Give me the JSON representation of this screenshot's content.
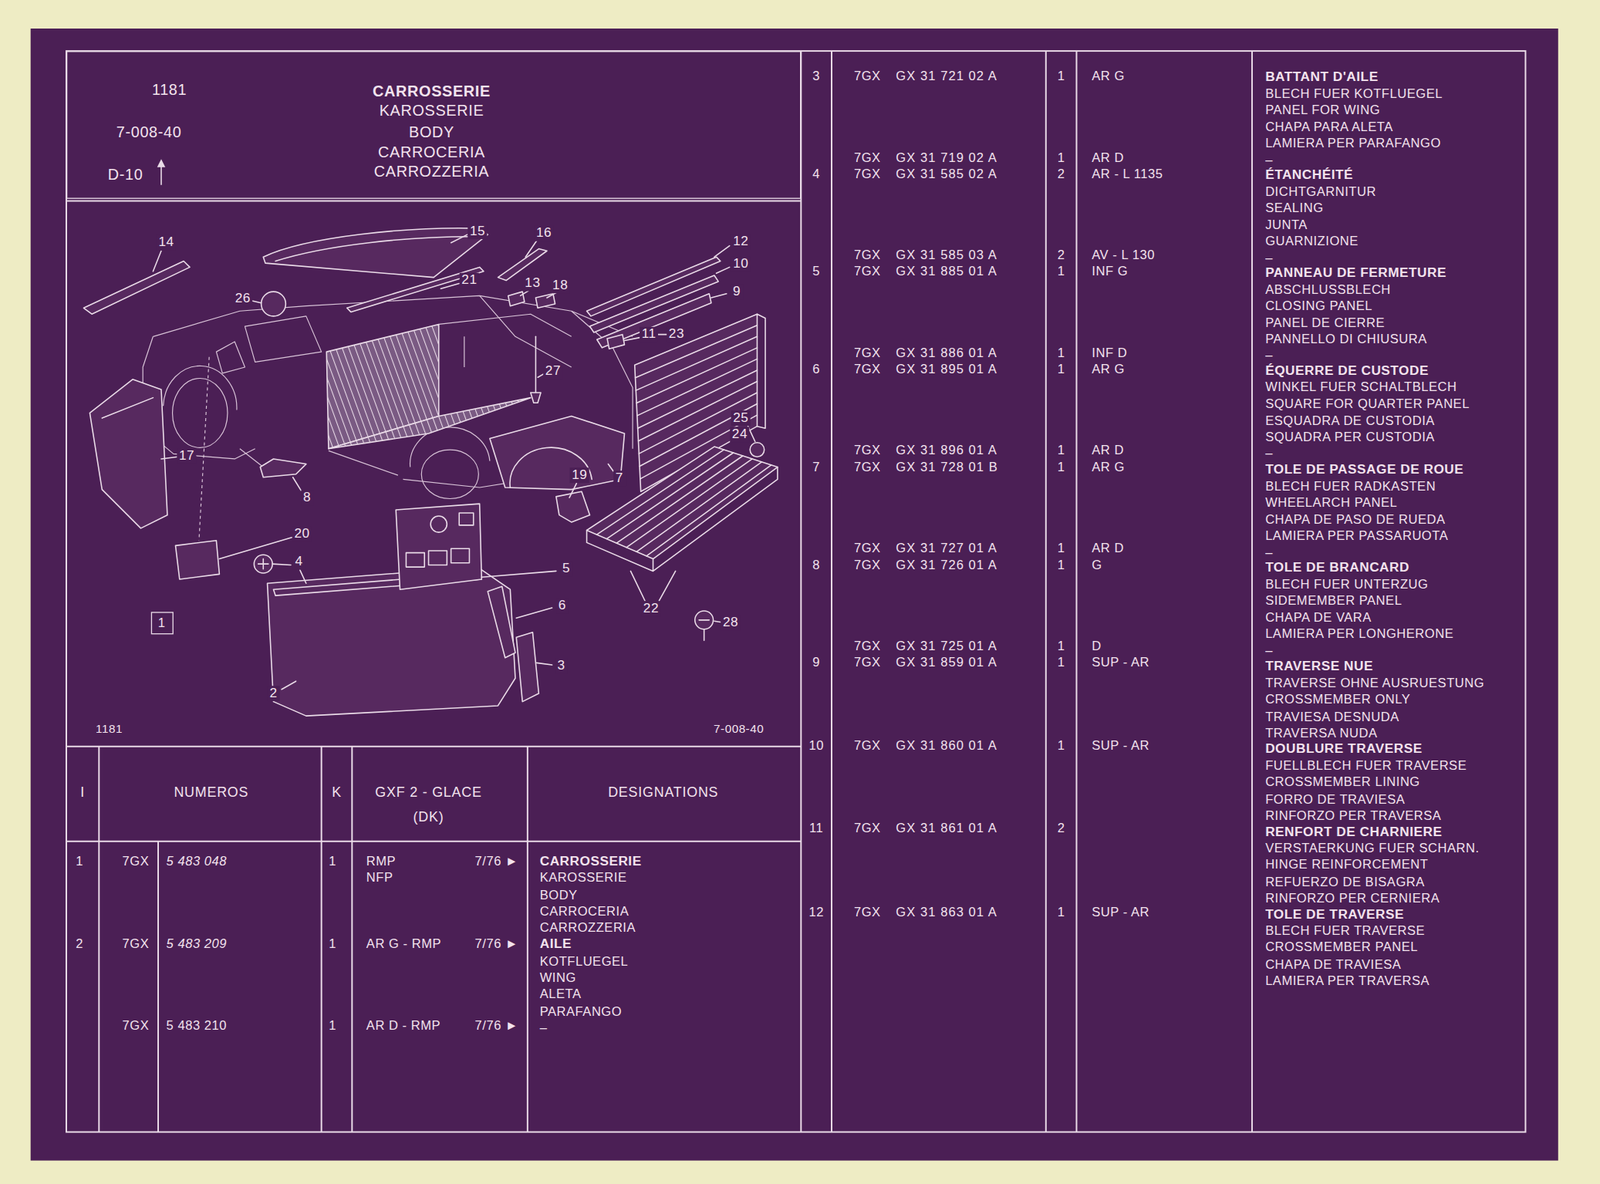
{
  "diagram": {
    "nodes": [
      {
        "text": [
          "1181",
          "7-008-40",
          "D-10",
          "CARROSSERIE",
          "KAROSSERIE",
          "BODY",
          "CARROCERIA",
          "CARROZZERIA"
        ]
      },
      {
        "text": [
          "1"
        ]
      }
    ],
    "labels": [
      "14",
      "15",
      "16",
      "12",
      "10",
      "9",
      "26",
      "21",
      "13",
      "18",
      "11",
      "23",
      "27",
      "25",
      "24",
      "17",
      "8",
      "19",
      "7",
      "20",
      "4",
      "5",
      "6",
      "22",
      "28",
      "3",
      "2",
      "1181",
      "7-008-40",
      "I",
      "NUMEROS",
      "K",
      "GXF 2 - GLACE",
      "(DK)",
      "DESIGNATIONS",
      "1",
      "7GX",
      "5 483 048",
      "1",
      "RMP",
      "7/76 ►",
      "CARROSSERIE",
      "NFP",
      "KAROSSERIE",
      "BODY",
      "CARROCERIA",
      "CARROZZERIA",
      "2",
      "7GX",
      "5 483 209",
      "1",
      "AR G - RMP",
      "7/76 ►",
      "AILE",
      "KOTFLUEGEL",
      "WING",
      "ALETA",
      "PARAFANGO",
      "7GX",
      "5 483 210",
      "1",
      "AR D - RMP",
      "7/76 ►",
      "–",
      "3",
      "7GX",
      "GX 31 721 02 A",
      "1",
      "AR G",
      "7GX",
      "GX 31 719 02 A",
      "1",
      "AR D",
      "4",
      "7GX",
      "GX 31 585 02 A",
      "2",
      "AR - L 1135",
      "7GX",
      "GX 31 585 03 A",
      "2",
      "AV - L 130",
      "5",
      "7GX",
      "GX 31 885 01 A",
      "1",
      "INF G",
      "7GX",
      "GX 31 886 01 A",
      "1",
      "INF D",
      "6",
      "7GX",
      "GX 31 895 01 A",
      "1",
      "AR G",
      "7GX",
      "GX 31 896 01 A",
      "1",
      "AR D",
      "7",
      "7GX",
      "GX 31 728 01 B",
      "1",
      "AR G",
      "7GX",
      "GX 31 727 01 A",
      "1",
      "AR D",
      "8",
      "7GX",
      "GX 31 726 01 A",
      "1",
      "G",
      "7GX",
      "GX 31 725 01 A",
      "1",
      "D",
      "9",
      "7GX",
      "GX 31 859 01 A",
      "1",
      "SUP - AR",
      "10",
      "7GX",
      "GX 31 860 01 A",
      "1",
      "SUP - AR",
      "11",
      "7GX",
      "GX 31 861 01 A",
      "2",
      "12",
      "7GX",
      "GX 31 863 01 A",
      "1",
      "SUP - AR",
      "BATTANT D'AILE",
      "BLECH FUER KOTFLUEGEL",
      "PANEL FOR WING",
      "CHAPA PARA ALETA",
      "LAMIERA PER PARAFANGO",
      "–",
      "ÉTANCHÉITÉ",
      "DICHTGARNITUR",
      "SEALING",
      "JUNTA",
      "GUARNIZIONE",
      "–",
      "PANNEAU DE FERMETURE",
      "ABSCHLUSSBLECH",
      "CLOSING PANEL",
      "PANEL DE CIERRE",
      "PANNELLO DI CHIUSURA",
      "–",
      "ÉQUERRE DE CUSTODE",
      "WINKEL FUER SCHALTBLECH",
      "SQUARE FOR QUARTER PANEL",
      "ESQUADRA DE CUSTODIA",
      "SQUADRA PER CUSTODIA",
      "–",
      "TOLE DE PASSAGE DE ROUE",
      "BLECH FUER RADKASTEN",
      "WHEELARCH PANEL",
      "CHAPA DE PASO DE RUEDA",
      "LAMIERA PER PASSARUOTA",
      "–",
      "TOLE DE BRANCARD",
      "BLECH FUER UNTERZUG",
      "SIDEMEMBER PANEL",
      "CHAPA DE VARA",
      "LAMIERA PER LONGHERONE",
      "–",
      "TRAVERSE NUE",
      "TRAVERSE OHNE AUSRUESTUNG",
      "CROSSMEMBER ONLY",
      "TRAVIESA DESNUDA",
      "TRAVERSA NUDA",
      "DOUBLURE TRAVERSE",
      "FUELLBLECH FUER TRAVERSE",
      "CROSSMEMBER LINING",
      "FORRO DE TRAVIESA",
      "RINFORZO PER TRAVERSA",
      "RENFORT DE CHARNIERE",
      "VERSTAERKUNG FUER SCHARN.",
      "HINGE REINFORCEMENT",
      "REFUERZO DE BISAGRA",
      "RINFORZO PER CERNIERA",
      "TOLE DE TRAVERSE",
      "BLECH FUER TRAVERSE",
      "CROSSMEMBER PANEL",
      "CHAPA DE TRAVIESA",
      "LAMIERA PER TRAVERSA"
    ]
  }
}
